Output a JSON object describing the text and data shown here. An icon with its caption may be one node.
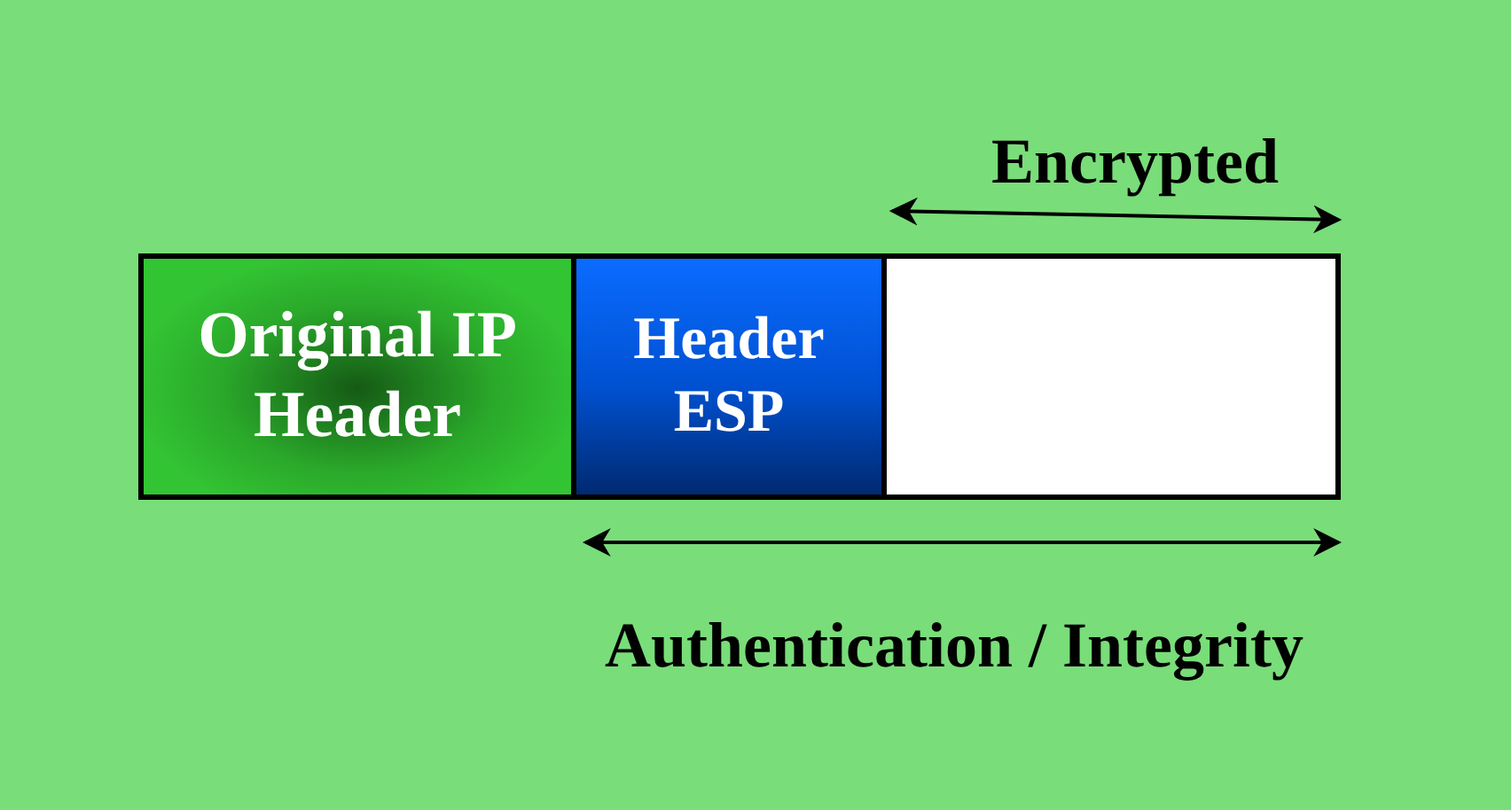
{
  "diagram": {
    "nodes": [
      {
        "text": [
          "Original IP Header"
        ]
      },
      {
        "text": [
          "Header ESP"
        ]
      },
      {
        "text": [],
        "shape": "box"
      }
    ],
    "labels": [
      "Encrypted",
      "Authentication / Integrity"
    ]
  }
}
